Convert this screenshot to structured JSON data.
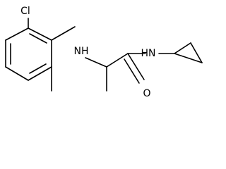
{
  "molecule": {
    "atoms": {
      "chloro": "Cl",
      "amine": "NH",
      "amide_n": "HN",
      "carbonyl_o": "O"
    }
  }
}
